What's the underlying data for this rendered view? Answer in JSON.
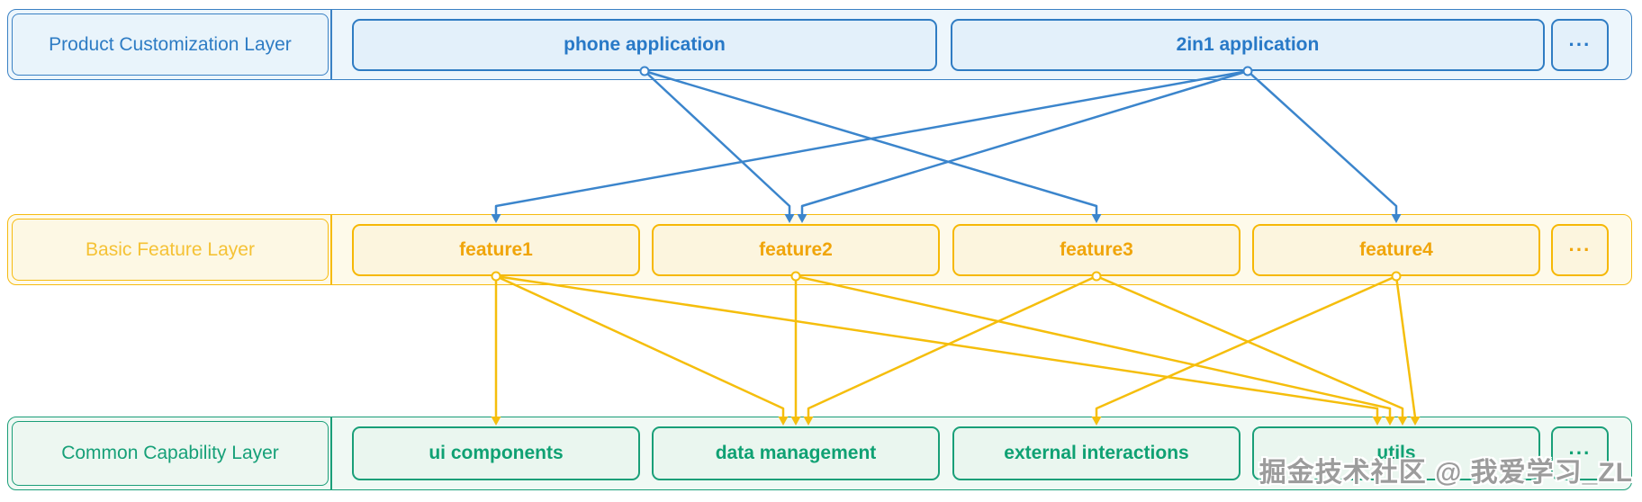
{
  "watermark": "掘金技术社区 @ 我爱学习_ZL",
  "colors": {
    "blue": "#3B85CC",
    "yellow": "#F5BE0C"
  },
  "layers": [
    {
      "id": "product",
      "label": "Product Customization Layer",
      "items": [
        {
          "id": "phone",
          "label": "phone application"
        },
        {
          "id": "app2in1",
          "label": "2in1 application"
        },
        {
          "id": "more1",
          "label": "···"
        }
      ]
    },
    {
      "id": "feature",
      "label": "Basic Feature Layer",
      "items": [
        {
          "id": "feature1",
          "label": "feature1"
        },
        {
          "id": "feature2",
          "label": "feature2"
        },
        {
          "id": "feature3",
          "label": "feature3"
        },
        {
          "id": "feature4",
          "label": "feature4"
        },
        {
          "id": "more2",
          "label": "···"
        }
      ]
    },
    {
      "id": "capability",
      "label": "Common Capability Layer",
      "items": [
        {
          "id": "ui",
          "label": "ui components"
        },
        {
          "id": "data",
          "label": "data management"
        },
        {
          "id": "ext",
          "label": "external interactions"
        },
        {
          "id": "utils",
          "label": "utils"
        },
        {
          "id": "more3",
          "label": "···"
        }
      ]
    }
  ],
  "connections": [
    {
      "from": "app2in1",
      "to": "feature1",
      "color": "blue"
    },
    {
      "from": "phone",
      "to": "feature2",
      "color": "blue"
    },
    {
      "from": "app2in1",
      "to": "feature2",
      "color": "blue"
    },
    {
      "from": "phone",
      "to": "feature3",
      "color": "blue"
    },
    {
      "from": "app2in1",
      "to": "feature4",
      "color": "blue"
    },
    {
      "from": "feature1",
      "to": "ui",
      "color": "yellow"
    },
    {
      "from": "feature1",
      "to": "data",
      "color": "yellow"
    },
    {
      "from": "feature1",
      "to": "utils",
      "color": "yellow"
    },
    {
      "from": "feature2",
      "to": "data",
      "color": "yellow"
    },
    {
      "from": "feature2",
      "to": "utils",
      "color": "yellow"
    },
    {
      "from": "feature3",
      "to": "data",
      "color": "yellow"
    },
    {
      "from": "feature3",
      "to": "utils",
      "color": "yellow"
    },
    {
      "from": "feature4",
      "to": "ext",
      "color": "yellow"
    },
    {
      "from": "feature4",
      "to": "utils",
      "color": "yellow"
    }
  ]
}
